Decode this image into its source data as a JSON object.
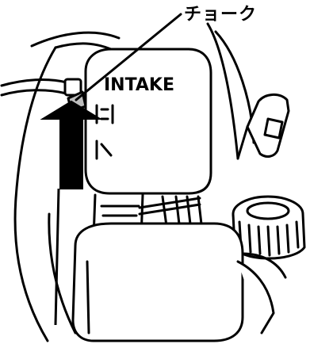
{
  "callout": {
    "label": "チョーク"
  },
  "cover": {
    "title": "INTAKE",
    "symbols": [
      {
        "name": "choke-open",
        "glyph": "|⫶|"
      },
      {
        "name": "choke-closed",
        "glyph": "|∖"
      }
    ]
  },
  "colors": {
    "ink": "#000000",
    "paper": "#ffffff",
    "lever": "#bdbdbd"
  },
  "icons": {
    "arrow": "arrow-up-icon",
    "leader": "leader-line"
  }
}
